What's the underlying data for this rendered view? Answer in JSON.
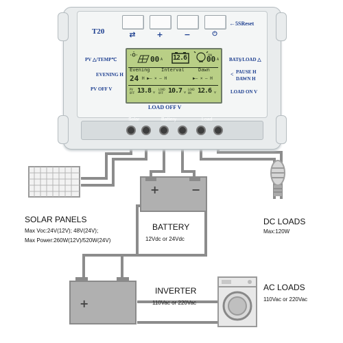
{
  "controller": {
    "model": "T20",
    "reset_label": "5SReset",
    "left_labels": {
      "pv_temp": "PV △/TEMP℃",
      "evening": "EVENING H",
      "pv_off": "PV OFF V"
    },
    "right_labels": {
      "bat_load": "BAT§/LOAD △",
      "pause": "PAUSE H",
      "dawn": "DAWN H",
      "load_on": "LOAD ON V"
    },
    "bottom_label": "LOAD OFF V",
    "buttons": [
      {
        "symbol": "⇄",
        "icon": "switch-arrows"
      },
      {
        "symbol": "+",
        "icon": "plus"
      },
      {
        "symbol": "−",
        "icon": "minus"
      },
      {
        "symbol": "⏻",
        "icon": "bulb-power"
      }
    ],
    "terminal_labels": [
      "Solar",
      "Battery",
      "Load"
    ]
  },
  "lcd": {
    "pv_current": "00",
    "battery_value": "12.6",
    "load_current": "00",
    "evening_label": "Evening",
    "interval_label": "Interval",
    "dawn_label": "Dawn",
    "evening_value": "24",
    "interval_value": "H  ▶– × – H",
    "dawn_value": "▶– × – H",
    "pv_off_label": "PV OFF",
    "pv_off_value": "13.8",
    "load_off_label": "LOAD OFF",
    "load_off_value": "10.7",
    "load_on_label": "LOAD ON",
    "load_on_value": "12.6",
    "unit": "v"
  },
  "components": {
    "solar": {
      "title": "SOLAR   PANELS",
      "line1": "Max  Voc:24V(12V); 48V(24V);",
      "line2": "Max  Power:260W(12V)/520W(24V)"
    },
    "battery": {
      "title": "BATTERY",
      "spec": "12Vdc  or  24Vdc"
    },
    "dc_loads": {
      "title": "DC  LOADS",
      "spec": "Max:120W"
    },
    "inverter": {
      "title": "INVERTER",
      "spec": "110Vac  or  220Vac"
    },
    "ac_loads": {
      "title": "AC  LOADS",
      "spec": "110Vac  or  220Vac"
    }
  },
  "colors": {
    "label_blue": "#1b3d8f",
    "lcd_green": "#b9cf86",
    "wire_gray": "#8c8c8c"
  }
}
